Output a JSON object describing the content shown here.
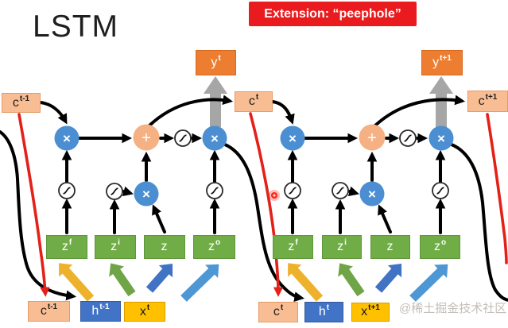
{
  "title": "LSTM",
  "banner": {
    "text": "Extension: “peephole”"
  },
  "watermark": "@稀土掘金技术社区",
  "colors": {
    "banner_bg": "#ea1b1e",
    "cell_state_box": "#f8bd93",
    "output_box": "#ed7d31",
    "hidden_state_box": "#4173c6",
    "input_box": "#ffc000",
    "gate_box": "#70ad47",
    "multiply_node": "#4b8fd2",
    "add_node": "#f5b183",
    "flow_arrow": "#000000",
    "peephole_arrow": "#e32119",
    "output_arrow": "#a6a6a6",
    "block_arrow_yellow": "#eeb12b",
    "block_arrow_green": "#6fa447",
    "block_arrow_blue": "#4173c4",
    "block_arrow_lightblue": "#4e97d5"
  },
  "operators": {
    "multiply": "×",
    "add": "+"
  },
  "memory_top": {
    "c_prev": {
      "base": "c",
      "sup": "t-1"
    },
    "c_t": {
      "base": "c",
      "sup": "t"
    },
    "c_next": {
      "base": "c",
      "sup": "t+1"
    }
  },
  "outputs": {
    "y_t": {
      "base": "y",
      "sup": "t"
    },
    "y_next": {
      "base": "y",
      "sup": "t+1"
    }
  },
  "cell1": {
    "zf": {
      "base": "z",
      "sup": "f"
    },
    "zi": {
      "base": "z",
      "sup": "i"
    },
    "z": {
      "base": "z",
      "sup": ""
    },
    "zo": {
      "base": "z",
      "sup": "o"
    },
    "c_in": {
      "base": "c",
      "sup": "t-1"
    },
    "h_in": {
      "base": "h",
      "sup": "t-1"
    },
    "x_in": {
      "base": "x",
      "sup": "t"
    }
  },
  "cell2": {
    "zf": {
      "base": "z",
      "sup": "f"
    },
    "zi": {
      "base": "z",
      "sup": "i"
    },
    "z": {
      "base": "z",
      "sup": ""
    },
    "zo": {
      "base": "z",
      "sup": "o"
    },
    "c_in": {
      "base": "c",
      "sup": "t"
    },
    "h_in": {
      "base": "h",
      "sup": "t"
    },
    "x_in": {
      "base": "x",
      "sup": "t+1"
    }
  }
}
